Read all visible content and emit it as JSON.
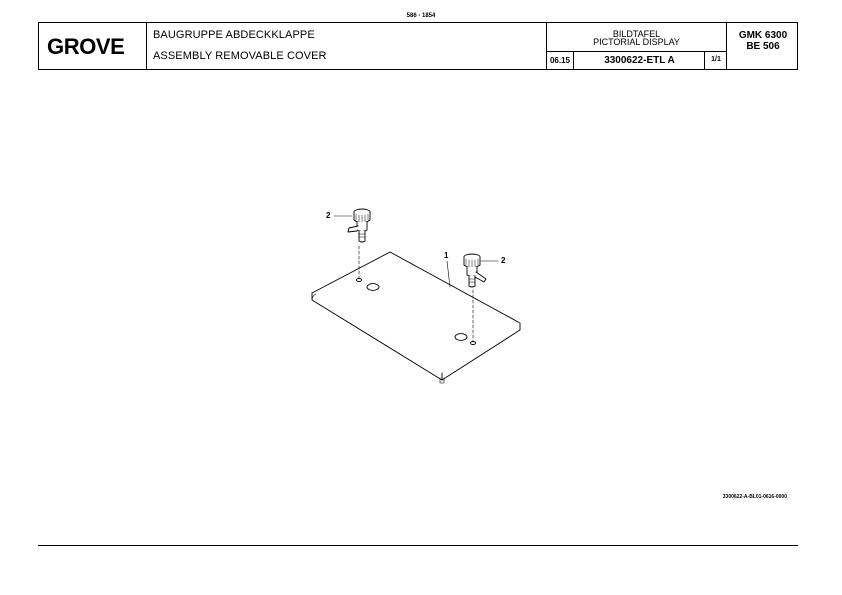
{
  "page_number": "586 - 1854",
  "title_block": {
    "logo_text": "GROVE",
    "title_de": "BAUGRUPPE ABDECKKLAPPE",
    "title_en": "ASSEMBLY REMOVABLE COVER",
    "doc_kind_de": "BILDTAFEL",
    "doc_kind_en": "PICTORIAL DISPLAY",
    "date": "06.15",
    "document_number": "3300622-ETL A",
    "sheet": "1/1",
    "model_line1": "GMK 6300",
    "model_line2": "BE 506"
  },
  "drawing": {
    "callouts": [
      {
        "label": "2"
      },
      {
        "label": "1"
      },
      {
        "label": "2"
      }
    ],
    "image_reference": "3300622-A-BL01-0616-0000"
  },
  "colors": {
    "ink": "#000000",
    "paper": "#ffffff"
  }
}
